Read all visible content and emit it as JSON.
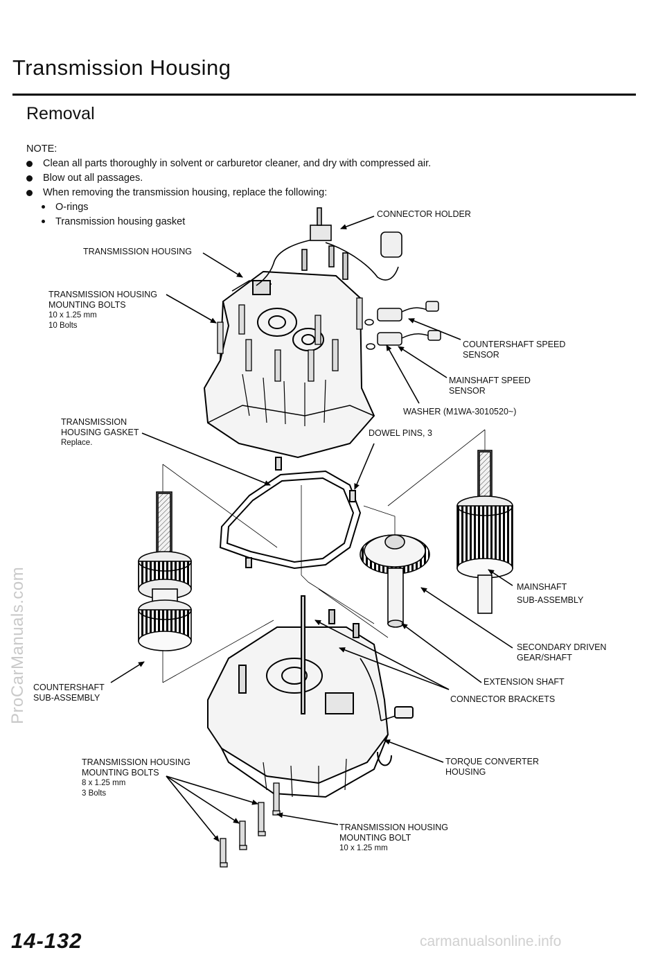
{
  "page": {
    "title": "Transmission Housing",
    "subtitle": "Removal",
    "page_number": "14-132",
    "watermark": "ProCarManuals.com",
    "footer_site": "carmanualsonline.info"
  },
  "notes": {
    "heading": "NOTE:",
    "bullets": [
      "Clean all parts thoroughly in solvent or carburetor cleaner, and dry with compressed air.",
      "Blow out all passages.",
      "When removing the transmission housing, replace the following:"
    ],
    "sub_bullets": [
      "O-rings",
      "Transmission housing gasket"
    ]
  },
  "labels": {
    "connector_holder": "CONNECTOR HOLDER",
    "transmission_housing": "TRANSMISSION HOUSING",
    "mounting_bolts_top": {
      "l1": "TRANSMISSION HOUSING",
      "l2": "MOUNTING BOLTS",
      "l3": "10 x 1.25 mm",
      "l4": "10 Bolts"
    },
    "countershaft_speed_sensor": {
      "l1": "COUNTERSHAFT SPEED",
      "l2": "SENSOR"
    },
    "mainshaft_speed_sensor": {
      "l1": "MAINSHAFT SPEED",
      "l2": "SENSOR"
    },
    "washer": "WASHER (M1WA-3010520~)",
    "housing_gasket": {
      "l1": "TRANSMISSION",
      "l2": "HOUSING GASKET",
      "l3": "Replace."
    },
    "dowel_pins": "DOWEL PINS, 3",
    "mainshaft": {
      "l1": "MAINSHAFT",
      "l2": "SUB-ASSEMBLY"
    },
    "secondary_driven": {
      "l1": "SECONDARY DRIVEN",
      "l2": "GEAR/SHAFT"
    },
    "extension_shaft": "EXTENSION SHAFT",
    "countershaft": {
      "l1": "COUNTERSHAFT",
      "l2": "SUB-ASSEMBLY"
    },
    "connector_brackets": "CONNECTOR BRACKETS",
    "mounting_bolts_bottom": {
      "l1": "TRANSMISSION HOUSING",
      "l2": "MOUNTING BOLTS",
      "l3": "8 x 1.25 mm",
      "l4": "3 Bolts"
    },
    "torque_converter_housing": {
      "l1": "TORQUE CONVERTER",
      "l2": "HOUSING"
    },
    "mounting_bolt_single": {
      "l1": "TRANSMISSION HOUSING",
      "l2": "MOUNTING BOLT",
      "l3": "10 x 1.25 mm"
    }
  }
}
